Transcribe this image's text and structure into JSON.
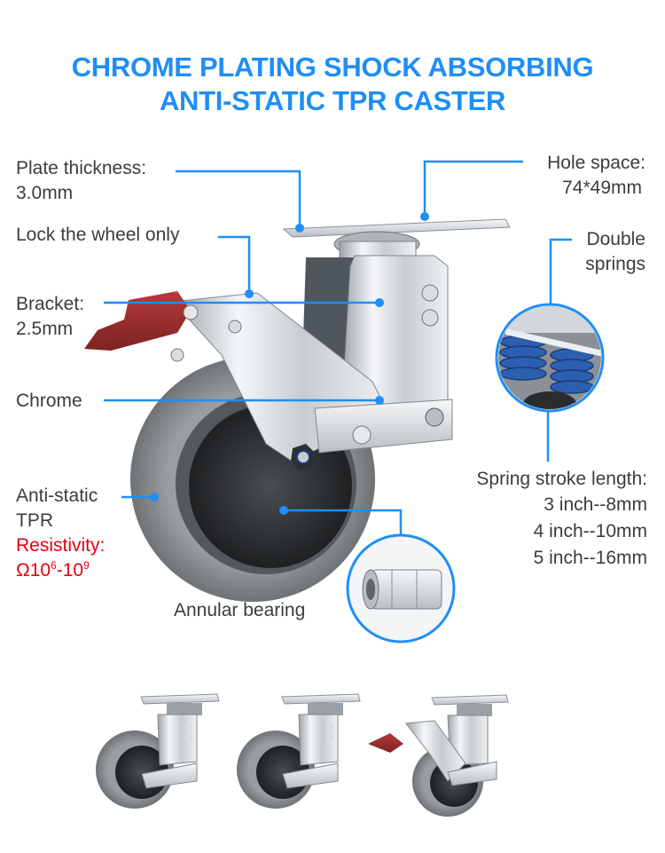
{
  "title": {
    "line1": "CHROME PLATING SHOCK ABSORBING",
    "line2": "ANTI-STATIC TPR CASTER"
  },
  "labels": {
    "plate_thickness": {
      "line1": "Plate thickness:",
      "line2": "3.0mm"
    },
    "lock_wheel": "Lock the wheel only",
    "bracket": {
      "line1": "Bracket:",
      "line2": "2.5mm"
    },
    "chrome": "Chrome",
    "anti_static": {
      "line1": "Anti-static",
      "line2": "TPR"
    },
    "resistivity": {
      "label": "Resistivity:",
      "prefix": "Ω10",
      "exp1": "6",
      "dash": "-10",
      "exp2": "9"
    },
    "annular_bearing": "Annular bearing",
    "hole_space": {
      "line1": "Hole space:",
      "line2": "74*49mm"
    },
    "double_springs": {
      "line1": "Double",
      "line2": "springs"
    },
    "spring_stroke": {
      "heading": "Spring stroke length:",
      "values": [
        "3 inch--8mm",
        "4 inch--10mm",
        "5 inch--16mm"
      ]
    }
  },
  "colors": {
    "accent": "#1f8ef5",
    "text": "#3c3c3c",
    "warning": "#e60012",
    "lock_pedal": "#9c2b2b",
    "tire": "#8a8d90",
    "hub": "#2a2c2f",
    "spring": "#2d5fb0"
  },
  "gallery": {
    "items": [
      "caster-swivel",
      "caster-swivel-alt",
      "caster-swivel-brake"
    ]
  }
}
